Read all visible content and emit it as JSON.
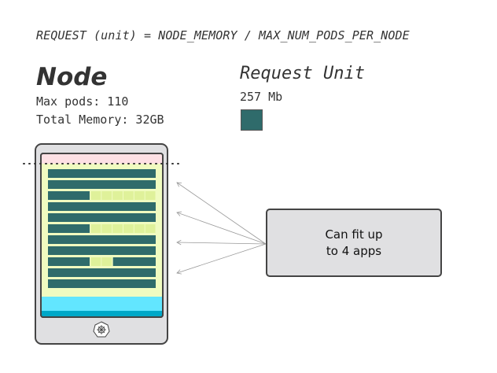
{
  "formula": "REQUEST (unit) = NODE_MEMORY / MAX_NUM_PODS_PER_NODE",
  "node": {
    "title": "Node",
    "max_pods": "Max pods: 110",
    "total_memory": "Total Memory: 32GB"
  },
  "request_unit": {
    "title": "Request Unit",
    "size": "257 Mb",
    "color": "#2f6b6b"
  },
  "callout": {
    "line1": "Can fit up",
    "line2": "to 4 apps"
  },
  "colors": {
    "pod": "#2f6b6b",
    "free_slot": "#dff19a",
    "allocatable": "#f0fbc0",
    "reserved": "#fde0e4",
    "system": "#62e6ff",
    "system_dark": "#00a8c8",
    "device": "#e0e0e2"
  },
  "rows": [
    {
      "type": "full"
    },
    {
      "type": "full"
    },
    {
      "type": "partial",
      "free": 6
    },
    {
      "type": "full"
    },
    {
      "type": "full"
    },
    {
      "type": "partial",
      "free": 6
    },
    {
      "type": "full"
    },
    {
      "type": "full"
    },
    {
      "type": "gap",
      "free": 2
    },
    {
      "type": "full"
    },
    {
      "type": "full"
    }
  ]
}
